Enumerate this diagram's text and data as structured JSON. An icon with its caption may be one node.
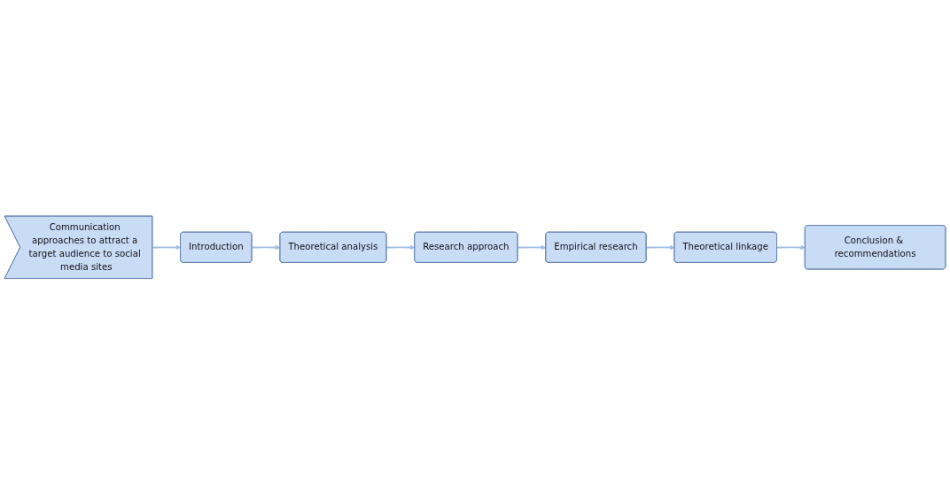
{
  "diagram": {
    "nodes": [
      {
        "text": [
          "Communication approaches to attract a target audience to social media sites"
        ]
      },
      {
        "text": [
          "Introduction"
        ]
      },
      {
        "text": [
          "Theoretical analysis"
        ]
      },
      {
        "text": [
          "Research approach"
        ]
      },
      {
        "text": [
          "Empirical research"
        ]
      },
      {
        "text": [
          "Theoretical linkage"
        ]
      },
      {
        "text": [
          "Conclusion & recommendations"
        ]
      }
    ],
    "edges": [
      {
        "from": 0,
        "to": 1,
        "arrow": "to"
      },
      {
        "from": 1,
        "to": 2,
        "arrow": "to"
      },
      {
        "from": 2,
        "to": 3,
        "arrow": "to"
      },
      {
        "from": 3,
        "to": 4,
        "arrow": "to"
      },
      {
        "from": 4,
        "to": 5,
        "arrow": "to"
      },
      {
        "from": 5,
        "to": 6,
        "arrow": "to"
      }
    ]
  }
}
